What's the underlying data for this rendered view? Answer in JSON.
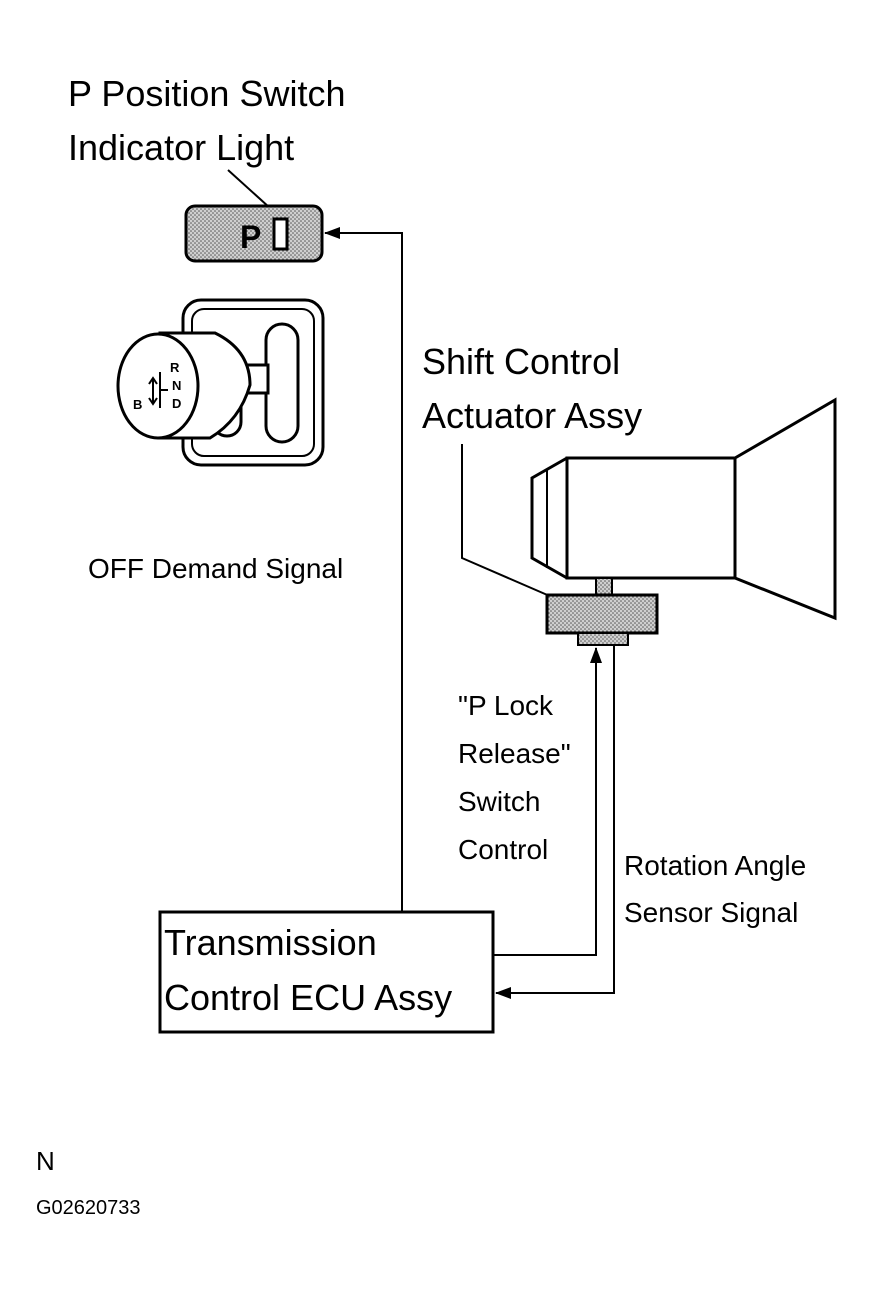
{
  "labels": {
    "indicator_title_line1": "P Position Switch",
    "indicator_title_line2": "Indicator Light",
    "indicator_glyph": "P",
    "actuator_title_line1": "Shift Control",
    "actuator_title_line2": "Actuator Assy",
    "off_demand": "OFF Demand Signal",
    "p_lock_line1": "\"P Lock",
    "p_lock_line2": "Release\"",
    "p_lock_line3": "Switch",
    "p_lock_line4": "Control",
    "rotation_line1": "Rotation Angle",
    "rotation_line2": "Sensor Signal",
    "ecu_line1": "Transmission",
    "ecu_line2": "Control ECU Assy",
    "corner_letter": "N",
    "figure_code": "G02620733"
  },
  "shift_knob": {
    "gear_r": "R",
    "gear_n": "N",
    "gear_d": "D",
    "gear_b": "B"
  },
  "colors": {
    "ink": "#000000",
    "stipple": "#b8b8b8",
    "stipple_dark": "#9a9a9a"
  }
}
